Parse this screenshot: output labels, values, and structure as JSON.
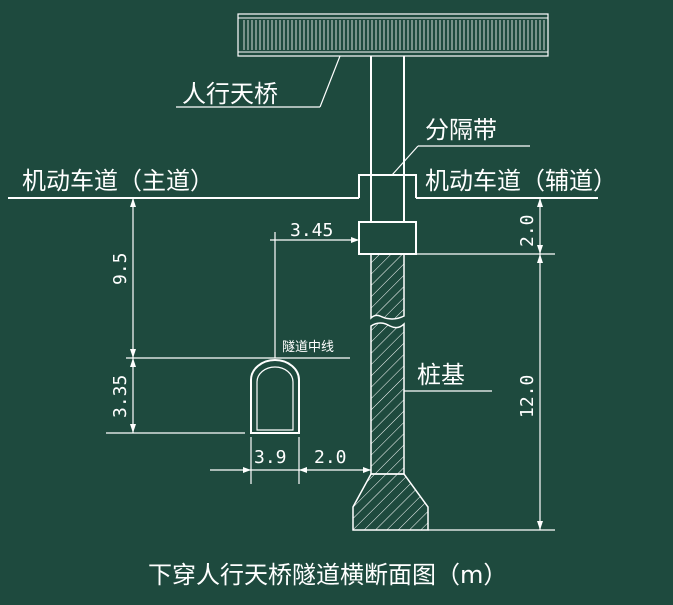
{
  "colors": {
    "background": "#1e4a3e",
    "line": "#ffffff"
  },
  "labels": {
    "bridge": "人行天桥",
    "median": "分隔带",
    "road_main": "机动车道（主道）",
    "road_aux": "机动车道（辅道）",
    "tunnel_center": "隧道中线",
    "pile": "桩基",
    "caption": "下穿人行天桥隧道横断面图（m）"
  },
  "dimensions": {
    "offset_pile": "3.45",
    "depth_to_tunnel": "9.5",
    "tunnel_height": "3.35",
    "tunnel_width": "3.9",
    "clearance": "2.0",
    "cap_height": "2.0",
    "pile_length": "12.0"
  }
}
